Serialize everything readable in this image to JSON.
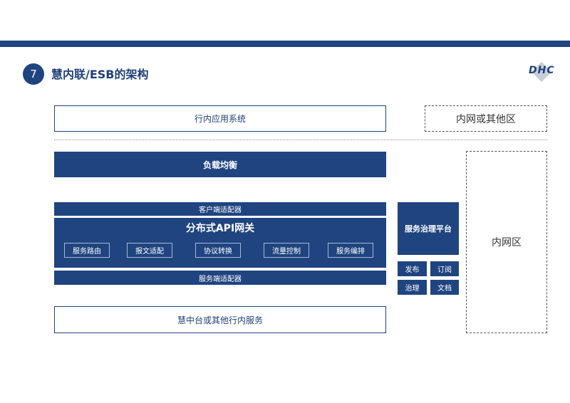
{
  "header": {
    "section_number": "7",
    "title": "慧内联/ESB的架构",
    "logo_text": "DHC"
  },
  "diagram": {
    "top_system": "行内应用系统",
    "intranet_other": "内网或其他区",
    "load_balancer": "负载均衡",
    "client_adapter": "客户端适配器",
    "gateway": {
      "title": "分布式API网关",
      "modules": [
        "服务路由",
        "报文适配",
        "协议转换",
        "流量控制",
        "服务编排"
      ]
    },
    "server_adapter": "服务端适配器",
    "bottom_services": "慧中台或其他行内服务",
    "governance": {
      "title": "服务治理平台",
      "actions": [
        "发布",
        "订阅",
        "治理",
        "文档"
      ]
    },
    "intranet": "内网区"
  },
  "colors": {
    "primary": "#1f4480",
    "dashed_border": "#555555",
    "background": "#ffffff"
  }
}
